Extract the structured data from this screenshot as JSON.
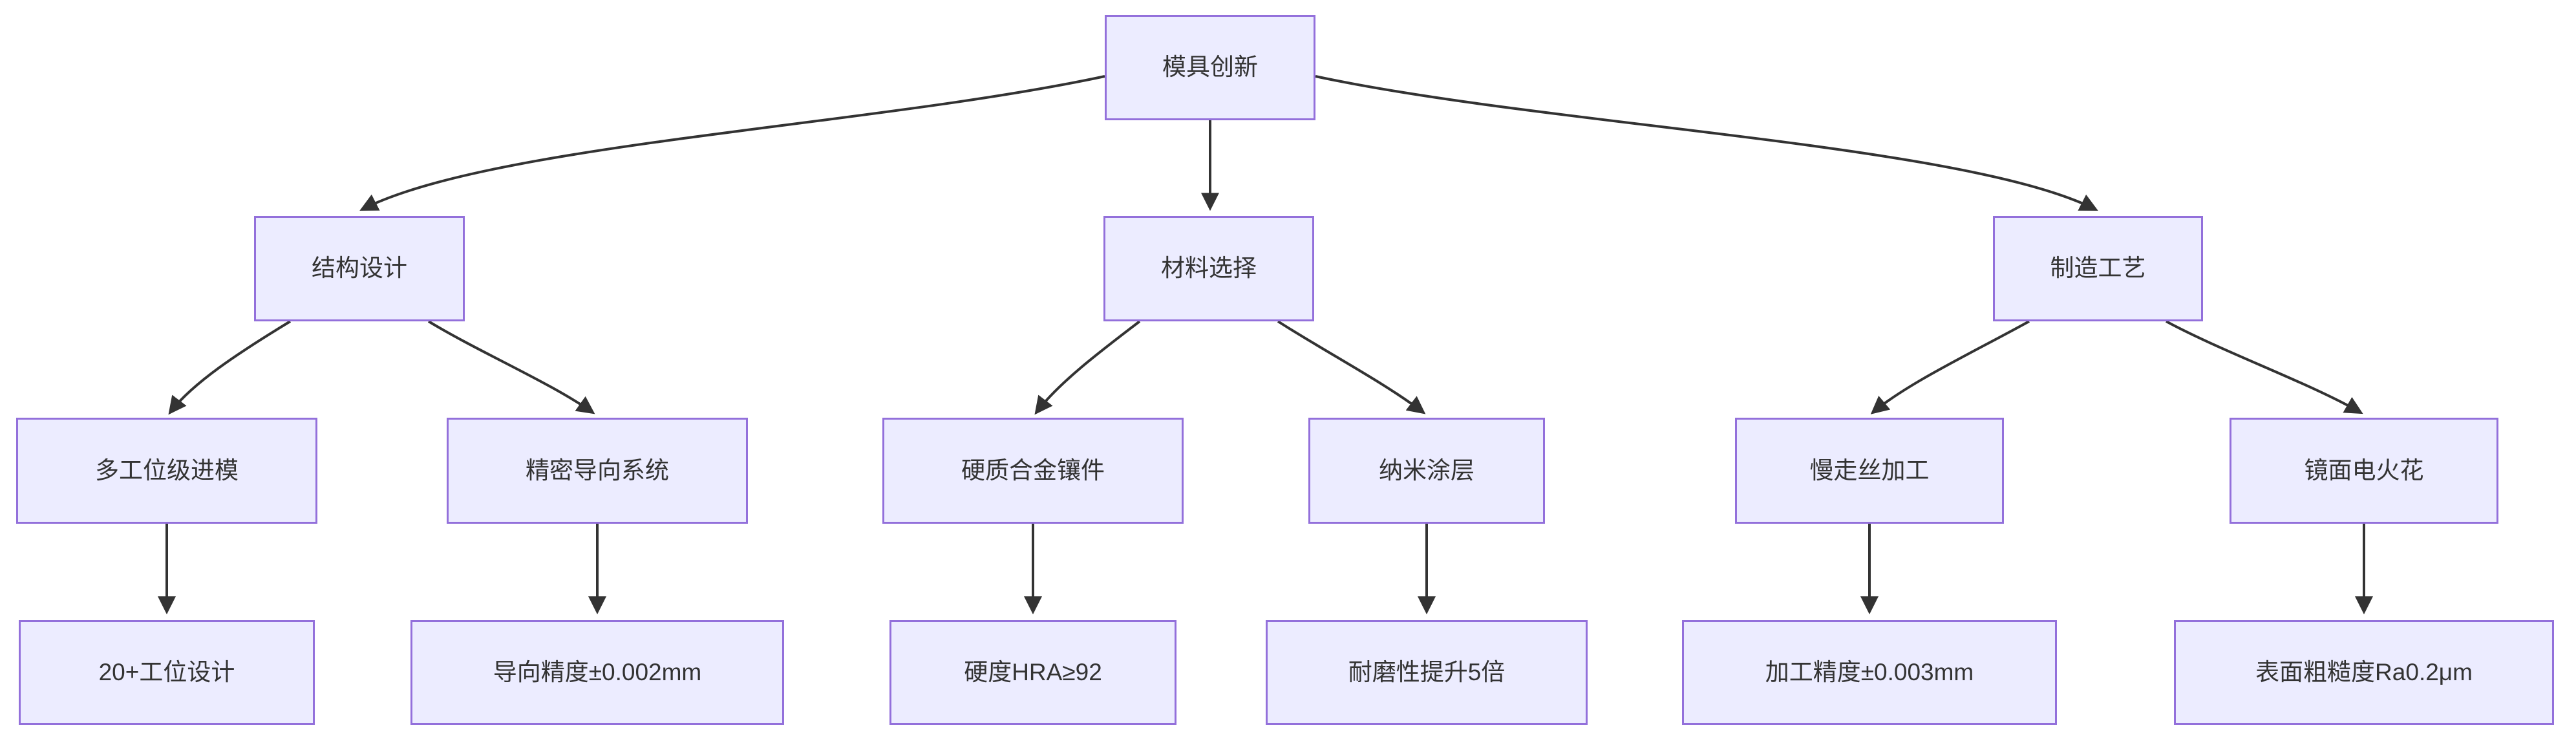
{
  "diagram": {
    "type": "flowchart",
    "direction": "top-down",
    "background": "#ffffff",
    "colors": {
      "node_fill": "#ECECFF",
      "node_border": "#9370DB",
      "node_text": "#333333",
      "edge": "#333333"
    },
    "nodes": [
      {
        "id": "root",
        "level": 0,
        "label": "模具创新"
      },
      {
        "id": "structure",
        "level": 1,
        "label": "结构设计"
      },
      {
        "id": "material",
        "level": 1,
        "label": "材料选择"
      },
      {
        "id": "process",
        "level": 1,
        "label": "制造工艺"
      },
      {
        "id": "multi-station",
        "level": 2,
        "label": "多工位级进模"
      },
      {
        "id": "guide-system",
        "level": 2,
        "label": "精密导向系统"
      },
      {
        "id": "carbide-insert",
        "level": 2,
        "label": "硬质合金镶件"
      },
      {
        "id": "nano-coating",
        "level": 2,
        "label": "纳米涂层"
      },
      {
        "id": "wire-edm",
        "level": 2,
        "label": "慢走丝加工"
      },
      {
        "id": "mirror-edm",
        "level": 2,
        "label": "镜面电火花"
      },
      {
        "id": "station-design",
        "level": 3,
        "label": "20+工位设计"
      },
      {
        "id": "guide-accuracy",
        "level": 3,
        "label": "导向精度±0.002mm"
      },
      {
        "id": "hardness",
        "level": 3,
        "label": "硬度HRA≥92"
      },
      {
        "id": "wear-resistance",
        "level": 3,
        "label": "耐磨性提升5倍"
      },
      {
        "id": "machining-accuracy",
        "level": 3,
        "label": "加工精度±0.003mm"
      },
      {
        "id": "surface-roughness",
        "level": 3,
        "label": "表面粗糙度Ra0.2μm"
      }
    ],
    "edges": [
      {
        "from": "root",
        "to": "structure"
      },
      {
        "from": "root",
        "to": "material"
      },
      {
        "from": "root",
        "to": "process"
      },
      {
        "from": "structure",
        "to": "multi-station"
      },
      {
        "from": "structure",
        "to": "guide-system"
      },
      {
        "from": "material",
        "to": "carbide-insert"
      },
      {
        "from": "material",
        "to": "nano-coating"
      },
      {
        "from": "process",
        "to": "wire-edm"
      },
      {
        "from": "process",
        "to": "mirror-edm"
      },
      {
        "from": "multi-station",
        "to": "station-design"
      },
      {
        "from": "guide-system",
        "to": "guide-accuracy"
      },
      {
        "from": "carbide-insert",
        "to": "hardness"
      },
      {
        "from": "nano-coating",
        "to": "wear-resistance"
      },
      {
        "from": "wire-edm",
        "to": "machining-accuracy"
      },
      {
        "from": "mirror-edm",
        "to": "surface-roughness"
      }
    ]
  }
}
